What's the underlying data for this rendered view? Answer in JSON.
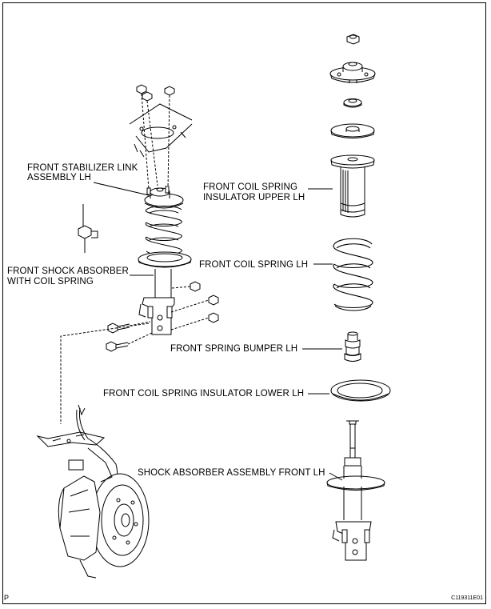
{
  "labels": {
    "stabilizer_link_line1": "FRONT STABILIZER LINK",
    "stabilizer_link_line2": "ASSEMBLY LH",
    "shock_with_spring_line1": "FRONT SHOCK ABSORBER",
    "shock_with_spring_line2": "WITH COIL SPRING",
    "coil_insulator_upper_line1": "FRONT COIL SPRING",
    "coil_insulator_upper_line2": "INSULATOR UPPER LH",
    "coil_spring": "FRONT COIL SPRING LH",
    "spring_bumper": "FRONT SPRING BUMPER LH",
    "coil_insulator_lower": "FRONT COIL SPRING INSULATOR LOWER LH",
    "shock_absorber_assembly": "SHOCK ABSORBER ASSEMBLY FRONT LH"
  },
  "corner": {
    "page_marker": "P",
    "figure_id": "C119311E01"
  },
  "colors": {
    "ink": "#000000",
    "paper": "#ffffff"
  }
}
